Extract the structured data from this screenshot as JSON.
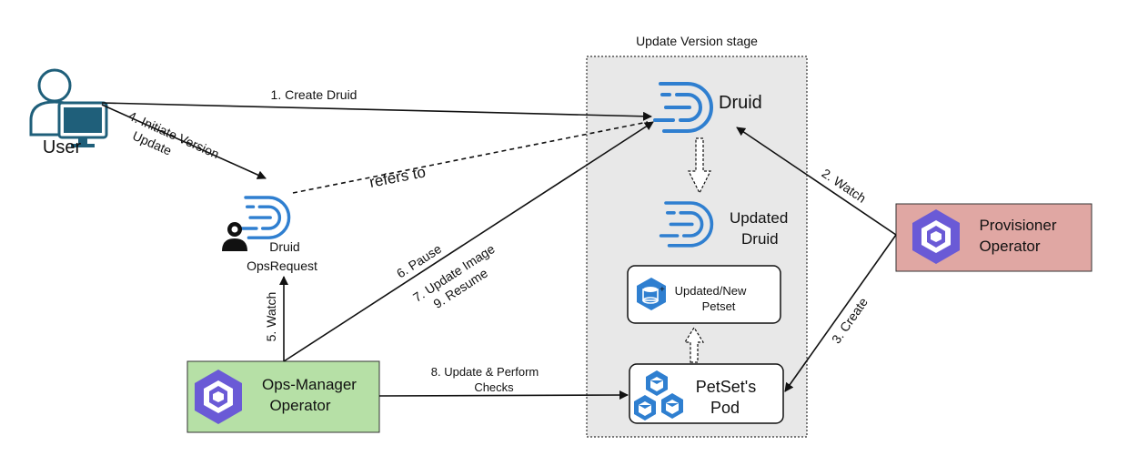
{
  "stage": {
    "title": "Update Version stage"
  },
  "user": {
    "label": "User"
  },
  "ops_request": {
    "line1": "Druid",
    "line2": "OpsRequest"
  },
  "druid": {
    "label": "Druid"
  },
  "updated_druid": {
    "line1": "Updated",
    "line2": "Druid"
  },
  "petset": {
    "line1": "Updated/New",
    "line2": "Petset"
  },
  "pod": {
    "line1": "PetSet's",
    "line2": "Pod"
  },
  "provisioner": {
    "line1": "Provisioner",
    "line2": "Operator",
    "fill": "#e0a7a3"
  },
  "ops_manager": {
    "line1": "Ops-Manager",
    "line2": "Operator",
    "fill": "#b6e0a6"
  },
  "edges": {
    "create_druid": "1. Create Druid",
    "initiate_line1": "4. Initiate Version",
    "initiate_line2": "Update",
    "refers_to": "refers to",
    "watch_prov": "2. Watch",
    "create_prov": "3. Create",
    "watch_ops": "5. Watch",
    "pause": "6. Pause",
    "update_image": "7. Update Image",
    "resume": "9. Resume",
    "update_perform_line1": "8. Update & Perform",
    "update_perform_line2": "Checks"
  },
  "colors": {
    "accent_blue": "#2f7fd0",
    "operator_purple": "#6a5ad6",
    "user_teal": "#1f5f7a",
    "stage_bg": "#e8e8e8"
  }
}
